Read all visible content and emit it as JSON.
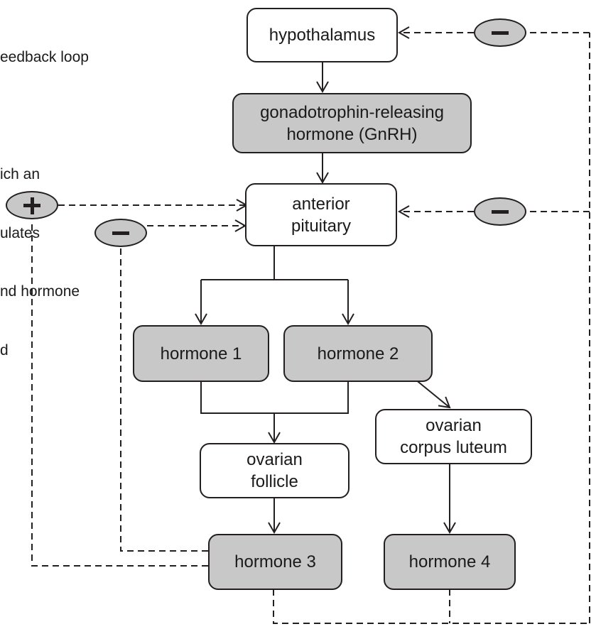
{
  "caption_lines": [
    "eedback loop",
    "",
    "ich an",
    "ulates",
    "nd hormone",
    "d"
  ],
  "nodes": {
    "hypothalamus": "hypothalamus",
    "gnrh": "gonadotrophin-releasing\nhormone (GnRH)",
    "anterior_pituitary": "anterior\npituitary",
    "hormone1": "hormone 1",
    "hormone2": "hormone 2",
    "ovarian_follicle": "ovarian\nfollicle",
    "corpus_luteum": "ovarian\ncorpus luteum",
    "hormone3": "hormone 3",
    "hormone4": "hormone 4"
  },
  "feedback_signs": {
    "to_hypothalamus": "negative",
    "to_pituitary_right": "negative",
    "to_pituitary_left_upper": "positive",
    "to_pituitary_left_lower": "negative"
  },
  "colors": {
    "line": "#231f20",
    "shaded_box": "#c8c8c9",
    "plain_box": "#ffffff"
  }
}
